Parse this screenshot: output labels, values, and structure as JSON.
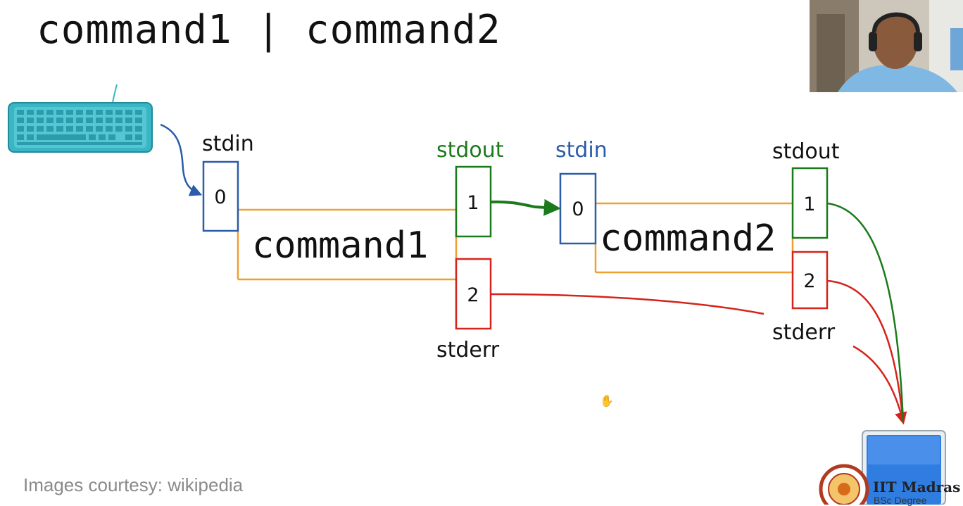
{
  "slide": {
    "title": "command1 | command2",
    "courtesy": "Images courtesy: wikipedia"
  },
  "diagram": {
    "cmd1": {
      "name": "command1",
      "stdin_label": "stdin",
      "stdout_label": "stdout",
      "stderr_label": "stderr",
      "fd_in": "0",
      "fd_out": "1",
      "fd_err": "2"
    },
    "cmd2": {
      "name": "command2",
      "stdin_label": "stdin",
      "stdout_label": "stdout",
      "stderr_label": "stderr",
      "fd_in": "0",
      "fd_out": "1",
      "fd_err": "2"
    }
  },
  "branding": {
    "org": "IIT Madras",
    "program": "BSc Degree"
  },
  "colors": {
    "stdin": "#2a5ca8",
    "stdout": "#1b7a1b",
    "stderr": "#d4241c",
    "process": "#f0a030",
    "keyboard": "#3ab5c4",
    "monitor": "#2f7de0"
  },
  "icons": {
    "keyboard": "keyboard-icon",
    "monitor": "monitor-icon",
    "logo": "iitm-logo-icon",
    "cursor": "hand-cursor-icon"
  }
}
